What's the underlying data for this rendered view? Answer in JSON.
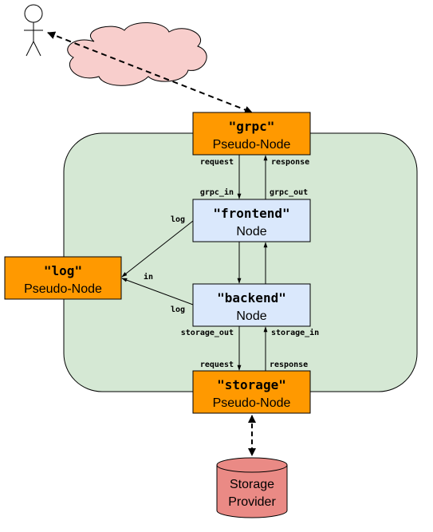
{
  "nodes": {
    "grpc": {
      "name": "\"grpc\"",
      "kind": "Pseudo-Node"
    },
    "frontend": {
      "name": "\"frontend\"",
      "kind": "Node"
    },
    "backend": {
      "name": "\"backend\"",
      "kind": "Node"
    },
    "storage": {
      "name": "\"storage\"",
      "kind": "Pseudo-Node"
    },
    "log": {
      "name": "\"log\"",
      "kind": "Pseudo-Node"
    }
  },
  "storage_provider": {
    "line1": "Storage",
    "line2": "Provider"
  },
  "edge_labels": {
    "grpc_request": "request",
    "grpc_response": "response",
    "grpc_in": "grpc_in",
    "grpc_out": "grpc_out",
    "frontend_log": "log",
    "log_in": "in",
    "backend_log": "log",
    "storage_out": "storage_out",
    "storage_in": "storage_in",
    "storage_request": "request",
    "storage_response": "response"
  },
  "colors": {
    "pseudo_node_fill": "#ff9900",
    "node_fill": "#dae8fc",
    "container_fill": "#d5e8d4",
    "cloud_fill": "#f8cecc",
    "cylinder_fill": "#ea8a85",
    "stroke": "#000000"
  }
}
